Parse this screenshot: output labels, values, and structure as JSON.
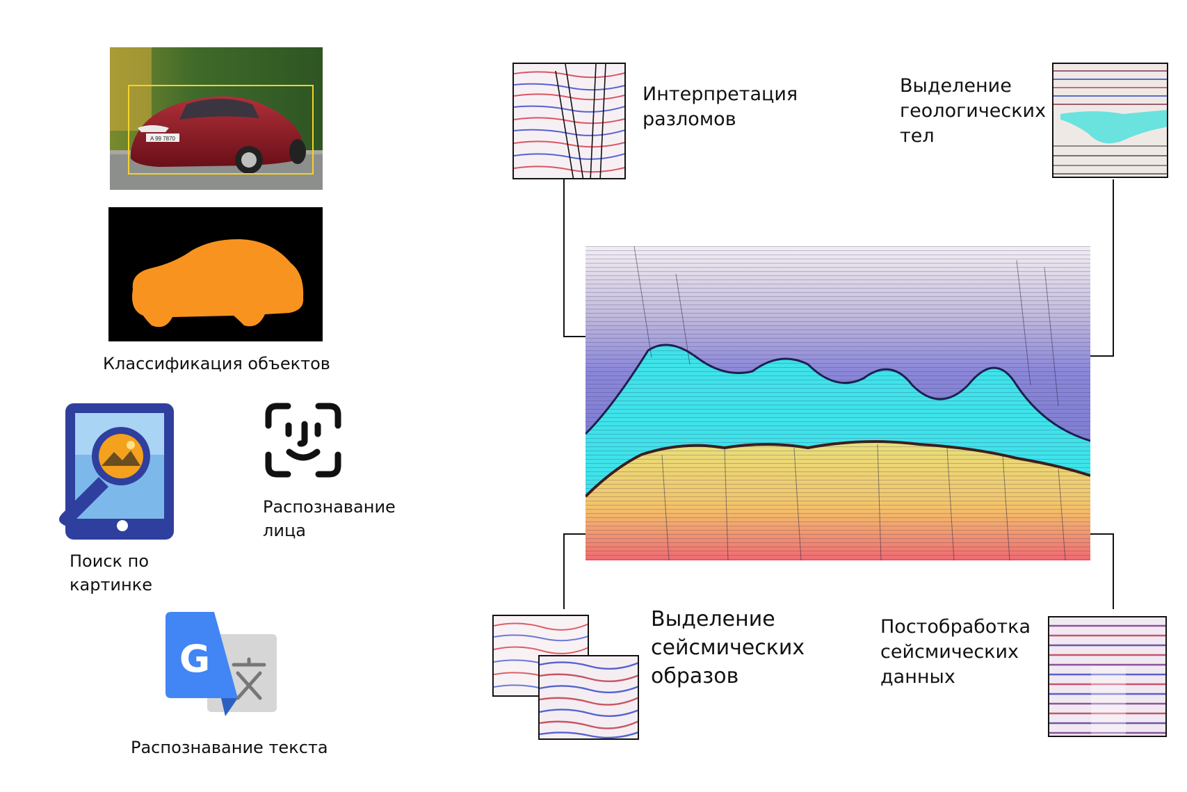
{
  "left_panel": {
    "object_classification_label": "Классификация объектов",
    "image_search_label": [
      "Поиск по",
      "картинке"
    ],
    "face_recognition_label": [
      "Распознавание",
      "лица"
    ],
    "text_recognition_label": "Распознавание текста",
    "translate_icon_letter": "G",
    "car_plate_text": "A 99 7870"
  },
  "right_panel": {
    "fault_interpretation_label": [
      "Интерпретация",
      "разломов"
    ],
    "geobody_extraction_label": [
      "Выделение",
      "геологических",
      "тел"
    ],
    "seismic_pattern_label": [
      "Выделение",
      "сейсмических",
      "образов"
    ],
    "postprocessing_label": [
      "Постобработка",
      "сейсмических",
      "данных"
    ]
  },
  "colors": {
    "car_body": "#8e1a22",
    "mask_orange": "#f7931e",
    "search_icon_blue": "#2f3f9e",
    "search_icon_orange": "#f4a11d",
    "google_blue": "#4285f4",
    "translate_gray": "#d6d6d6",
    "seismic_cyan": "#3fe3ea",
    "seismic_yellow": "#f3dc6a",
    "seismic_purple": "#8a86d8",
    "seismic_red": "#f04a5e"
  }
}
